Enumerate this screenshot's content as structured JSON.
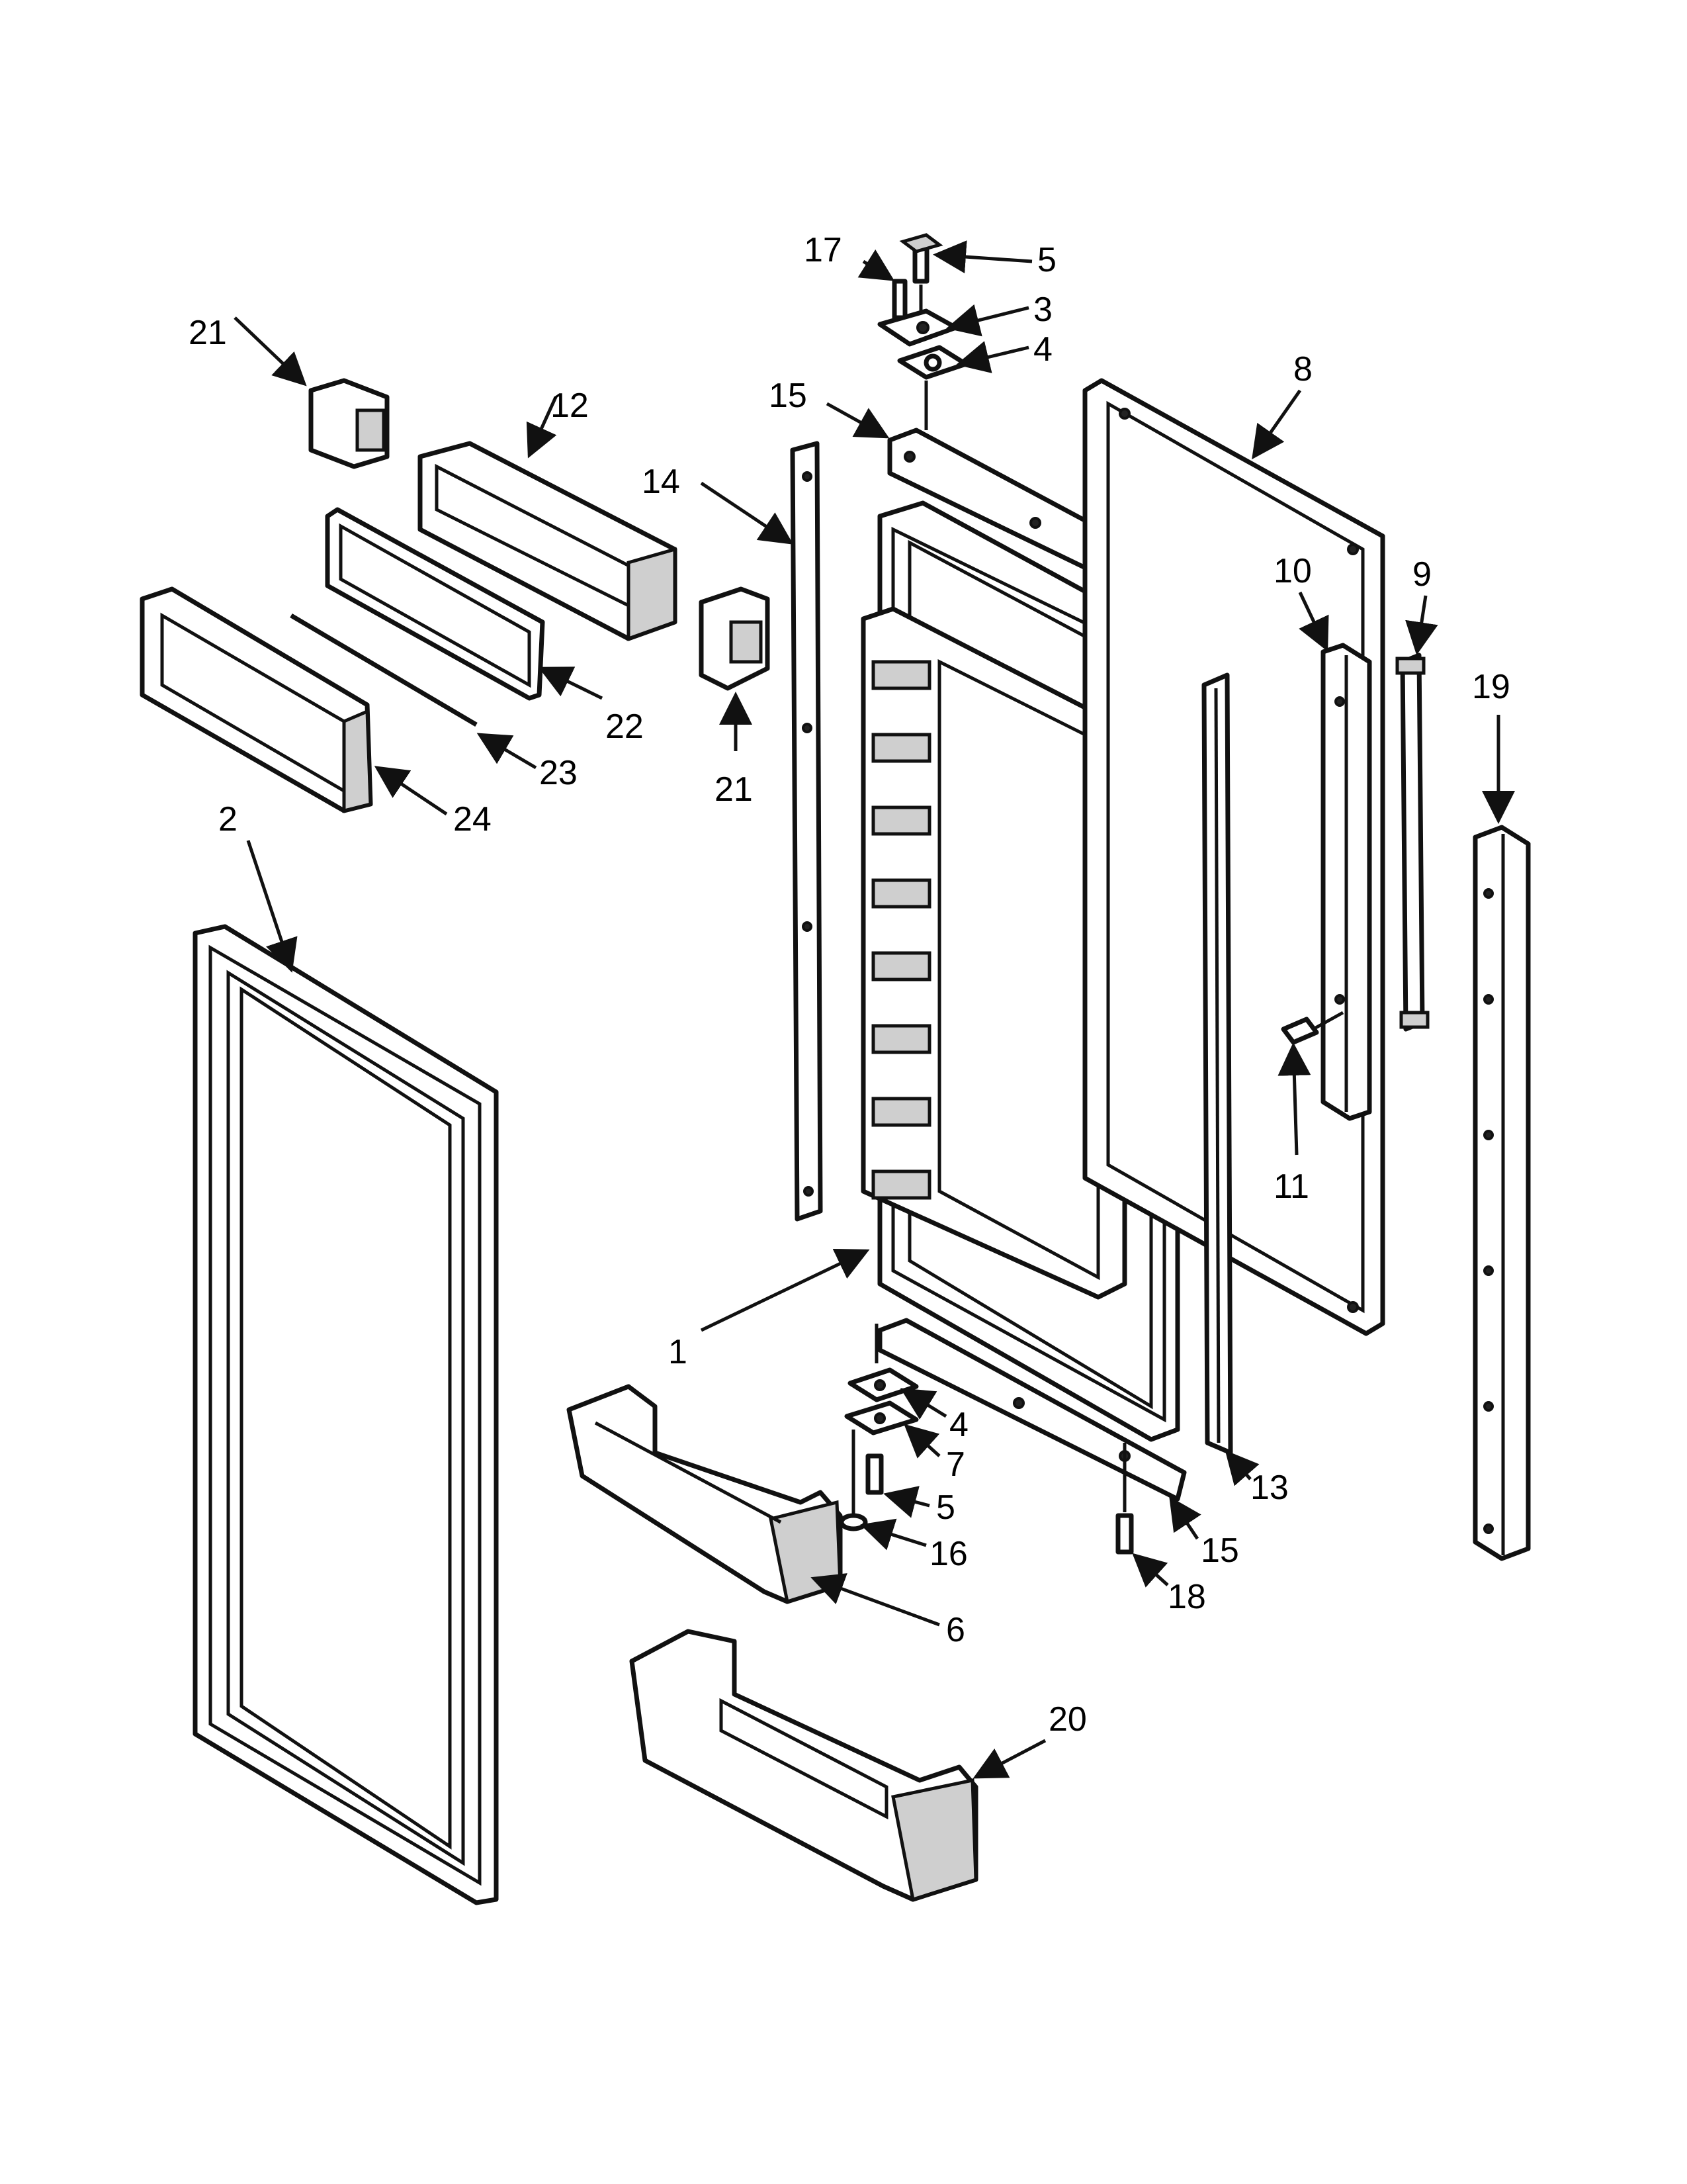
{
  "callouts": {
    "c1": "1",
    "c2": "2",
    "c3": "3",
    "c4a": "4",
    "c4b": "4",
    "c5a": "5",
    "c5b": "5",
    "c6": "6",
    "c7": "7",
    "c8": "8",
    "c9": "9",
    "c10": "10",
    "c11": "11",
    "c12": "12",
    "c13": "13",
    "c14": "14",
    "c15a": "15",
    "c15b": "15",
    "c16": "16",
    "c17": "17",
    "c18": "18",
    "c19": "19",
    "c20": "20",
    "c21a": "21",
    "c21b": "21",
    "c22": "22",
    "c23": "23",
    "c24": "24"
  },
  "colors": {
    "line": "#111111",
    "background": "#ffffff",
    "shade": "#cfcfcf"
  }
}
